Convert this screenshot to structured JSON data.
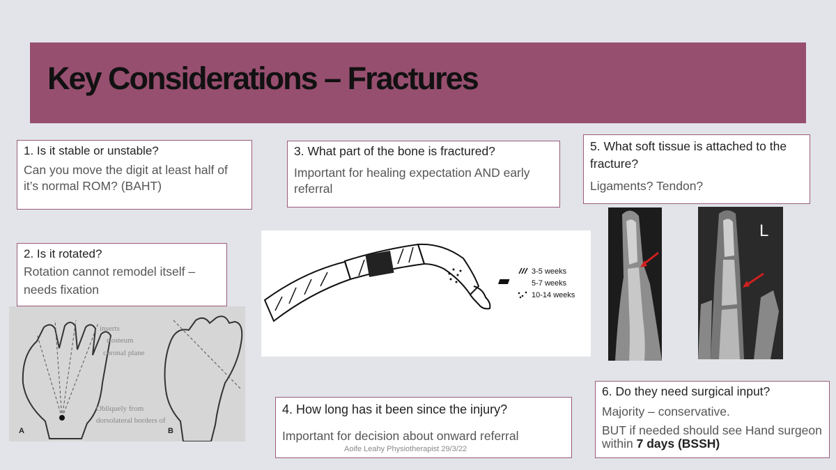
{
  "title": "Key Considerations – Fractures",
  "boxes": {
    "b1": {
      "q": "1. Is it stable or unstable?",
      "a": "Can you move the digit at least half of it’s normal ROM? (BAHT)"
    },
    "b2": {
      "q": "2. Is it rotated?",
      "a": "Rotation cannot remodel itself – needs fixation"
    },
    "b3": {
      "q": "3. What part of the bone is fractured?",
      "a": "Important for healing expectation AND early referral"
    },
    "b4": {
      "q": "4. How long has it been since the injury?",
      "a": "Important for decision about onward referral"
    },
    "b5": {
      "q": "5. What soft tissue is attached to the fracture?",
      "a": "Ligaments? Tendon?"
    },
    "b6": {
      "q": "6. Do they need surgical input?",
      "a1": "Majority – conservative.",
      "a2_pre": "BUT if needed should see Hand surgeon within ",
      "a2_bold": "7 days (BSSH)"
    }
  },
  "legend": [
    "3-5 weeks",
    "5-7 weeks",
    "10-14 weeks"
  ],
  "hand_labels": [
    "A",
    "B"
  ],
  "xray_label": "L",
  "footer": "Aoife Leahy Physiotherapist 29/3/22"
}
